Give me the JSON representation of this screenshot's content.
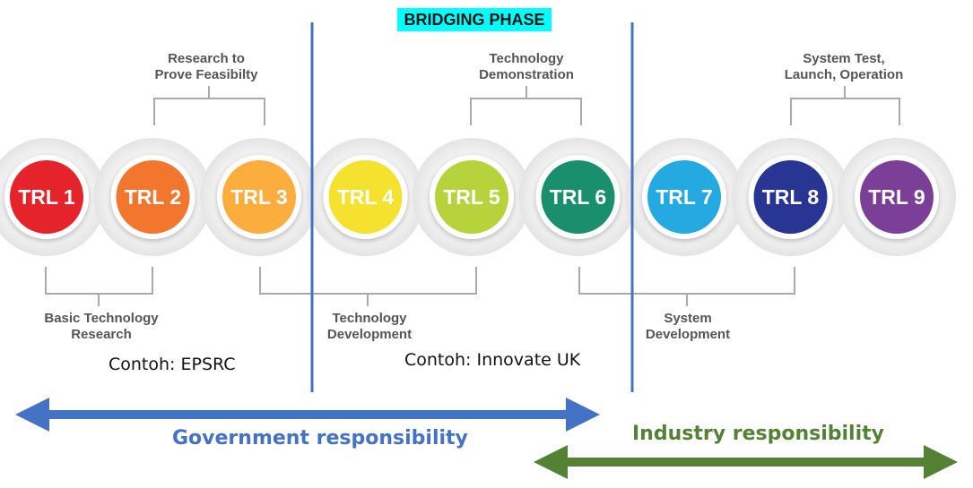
{
  "bridging_label": "BRIDGING PHASE",
  "stages": [
    {
      "label": "TRL 1",
      "color": "#e5232a"
    },
    {
      "label": "TRL 2",
      "color": "#f2762e"
    },
    {
      "label": "TRL 3",
      "color": "#fbad3e"
    },
    {
      "label": "TRL 4",
      "color": "#f4e22e"
    },
    {
      "label": "TRL 5",
      "color": "#b7d33c"
    },
    {
      "label": "TRL 6",
      "color": "#1a8f6e"
    },
    {
      "label": "TRL 7",
      "color": "#24a9e1"
    },
    {
      "label": "TRL 8",
      "color": "#283593"
    },
    {
      "label": "TRL 9",
      "color": "#7b3f97"
    }
  ],
  "top_groups": [
    {
      "line1": "Research to",
      "line2": "Prove Feasibilty"
    },
    {
      "line1": "Technology",
      "line2": "Demonstration"
    },
    {
      "line1": "System Test,",
      "line2": "Launch, Operation"
    }
  ],
  "bottom_groups": [
    {
      "line1": "Basic Technology",
      "line2": "Research"
    },
    {
      "line1": "Technology",
      "line2": "Development"
    },
    {
      "line1": "System",
      "line2": "Development"
    }
  ],
  "examples": [
    "Contoh: EPSRC",
    "Contoh: Innovate UK"
  ],
  "government_label": "Government responsibility",
  "industry_label": "Industry responsibility",
  "colors": {
    "government": "#4472c4",
    "industry": "#548235",
    "phase_divider": "#4472c4",
    "bracket": "#aaaaaa",
    "bridging_highlight": "#00ffff"
  }
}
